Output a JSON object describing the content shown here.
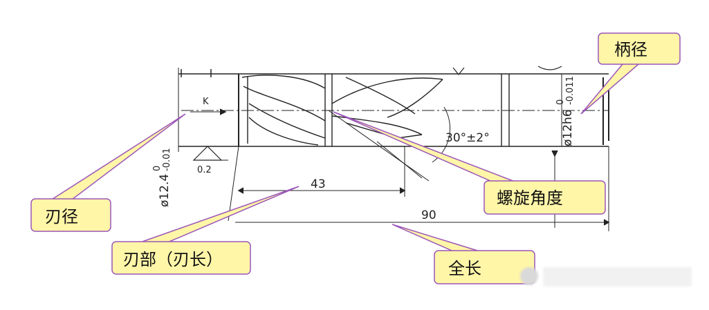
{
  "callouts": {
    "shank_diameter": "柄径",
    "helix_angle": "螺旋角度",
    "edge_diameter": "刃径",
    "flute_length": "刃部（刃长）",
    "overall_length": "全长"
  },
  "dimensions": {
    "flute_length": "43",
    "overall_length": "90",
    "helix_angle": "30°±2°",
    "edge_diameter": "ø12.4",
    "edge_tolerance_upper": "0",
    "edge_tolerance_lower": "-0.01",
    "shank_diameter": "ø12h6",
    "shank_tolerance_upper": "0",
    "shank_tolerance_lower": "-0.011",
    "view_label": "K",
    "roughness": "0.2"
  },
  "colors": {
    "callout_fill": "#fff6a8",
    "callout_stroke": "#9b55b8",
    "drawing_line": "#222222"
  }
}
